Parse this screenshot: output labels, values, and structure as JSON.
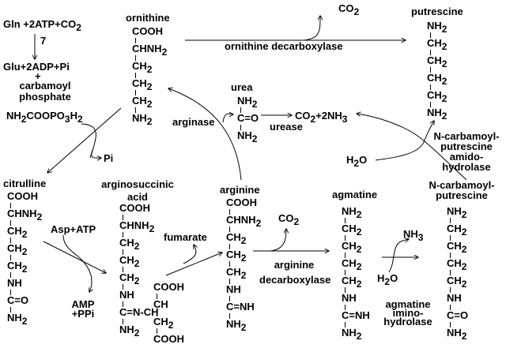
{
  "title": "Arginine and ornithine metabolism to putrescine",
  "reactions": {
    "cps_substrates": "Gln +2ATP+CO2",
    "cps_step": "7",
    "cps_products": "Glu+2ADP+Pi",
    "plus": "+",
    "carbamoyl_phosphate_name": "carbamoyl phosphate",
    "carbamoyl_phosphate_formula": "NH2COOPO3H2",
    "pi": "Pi",
    "asp_atp": "Asp+ATP",
    "amp_ppi": "AMP +PPi",
    "fumarate": "fumarate",
    "co2_top": "CO2",
    "co2_arg": "CO2",
    "urea_products": "CO2+2NH3",
    "h2o_left": "H2O",
    "nh3_right": "NH3",
    "h2o_right": "H2O"
  },
  "enzymes": {
    "ornithine_decarboxylase": "ornithine decarboxylase",
    "arginase": "arginase",
    "urease": "urease",
    "amidohydrolase": "N-carbamoyl- putrescine amido- hydrolase",
    "arginine_decarboxylase": "arginine decarboxylase",
    "iminohydrolase": "agmatine imino- hydrolase"
  },
  "compounds": {
    "ornithine": {
      "name": "ornithine",
      "groups": [
        "COOH",
        "CHNH2",
        "CH2",
        "CH2",
        "CH2",
        "NH2"
      ]
    },
    "putrescine": {
      "name": "putrescine",
      "groups": [
        "NH2",
        "CH2",
        "CH2",
        "CH2",
        "CH2",
        "NH2"
      ]
    },
    "urea": {
      "name": "urea",
      "groups": [
        "NH2",
        "C=O",
        "NH2"
      ]
    },
    "citrulline": {
      "name": "citrulline",
      "groups": [
        "COOH",
        "CHNH2",
        "CH2",
        "CH2",
        "CH2",
        "NH",
        "C=O",
        "NH2"
      ]
    },
    "argininosuccinic": {
      "name": "arginosuccinic acid",
      "groups": [
        "COOH",
        "CHNH2",
        "CH2",
        "CH2",
        "CH2",
        "NH",
        "C=N-CH",
        "NH2"
      ],
      "side": [
        "COOH",
        "CH",
        "CH2",
        "COOH"
      ]
    },
    "arginine": {
      "name": "arginine",
      "groups": [
        "COOH",
        "CHNH2",
        "CH2",
        "CH2",
        "CH2",
        "NH",
        "C=NH",
        "NH2"
      ]
    },
    "agmatine": {
      "name": "agmatine",
      "groups": [
        "NH2",
        "CH2",
        "CH2",
        "CH2",
        "CH2",
        "NH",
        "C=NH",
        "NH2"
      ]
    },
    "ncp": {
      "name": "N-carbamoyl- putrescine",
      "groups": [
        "NH2",
        "CH2",
        "CH2",
        "CH2",
        "CH2",
        "NH",
        "C=O",
        "NH2"
      ]
    }
  }
}
